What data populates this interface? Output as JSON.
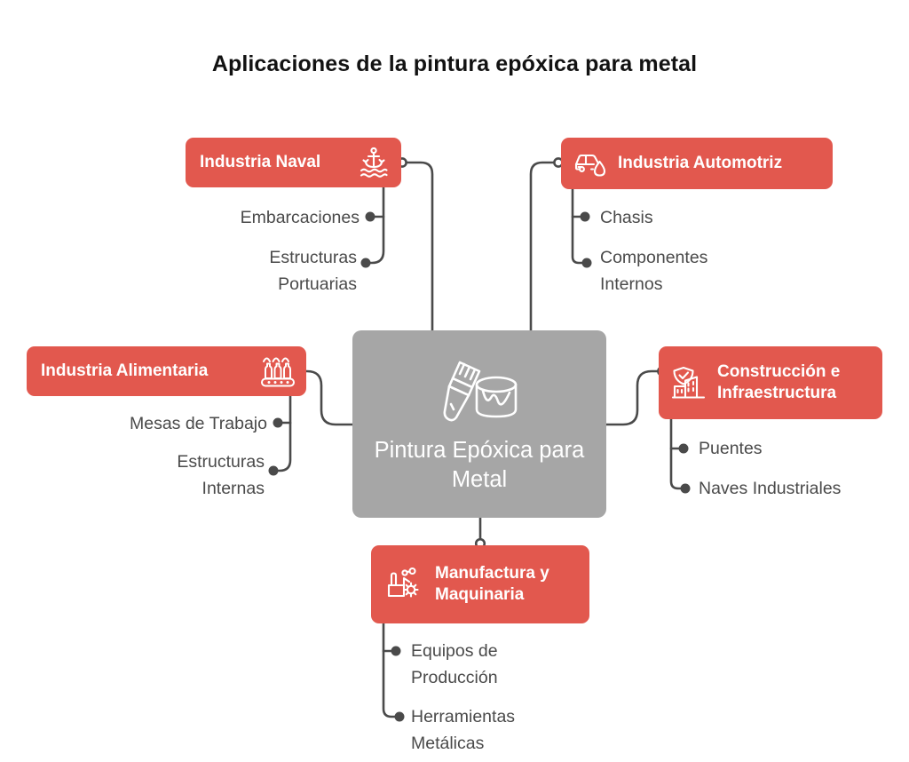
{
  "title": "Aplicaciones de la pintura epóxica para metal",
  "colors": {
    "branch_red": "#e2584e",
    "central_gray": "#a6a6a6",
    "connector_line": "#4a4a4a",
    "child_text": "#4a4a4a",
    "title_text": "#121212",
    "background": "#ffffff"
  },
  "central": {
    "label": "Pintura Epóxica\npara Metal",
    "icon": "paintbrush-paintcan-icon"
  },
  "branches": [
    {
      "id": "naval",
      "label": "Industria Naval",
      "icon": "anchor-waves-icon",
      "children": [
        "Embarcaciones",
        "Estructuras\nPortuarias"
      ]
    },
    {
      "id": "automotriz",
      "label": "Industria Automotriz",
      "icon": "car-droplet-icon",
      "children": [
        "Chasis",
        "Componentes\nInternos"
      ]
    },
    {
      "id": "alimentaria",
      "label": "Industria Alimentaria",
      "icon": "bottles-conveyor-icon",
      "children": [
        "Mesas de Trabajo",
        "Estructuras\nInternas"
      ]
    },
    {
      "id": "construccion",
      "label": "Construcción e\nInfraestructura",
      "icon": "shield-building-icon",
      "children": [
        "Puentes",
        "Naves Industriales"
      ]
    },
    {
      "id": "manufactura",
      "label": "Manufactura y\nMaquinaria",
      "icon": "factory-gear-icon",
      "children": [
        "Equipos de\nProducción",
        "Herramientas\nMetálicas"
      ]
    }
  ]
}
